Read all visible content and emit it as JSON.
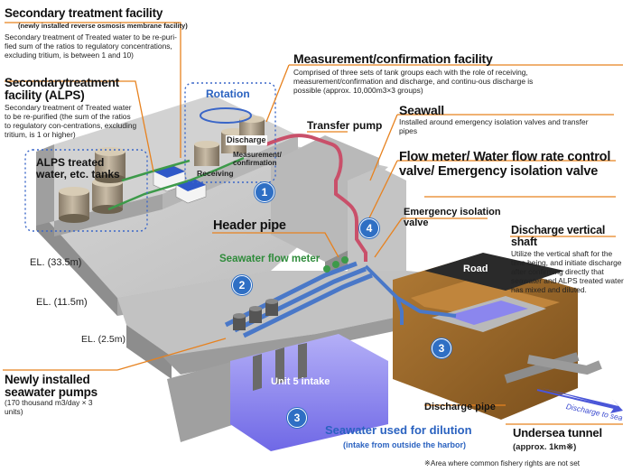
{
  "labels": {
    "secondary_facility": {
      "title": "Secondary treatment facility",
      "subtitle": "(newly installed reverse osmosis membrane facility)",
      "desc": "Secondary treatment of Treated water to be re-puri-fied sum of the ratios to regulatory concentrations, excluding tritium, is between 1 and 10)"
    },
    "alps_facility": {
      "title": "Secondarytreatment facility (ALPS)",
      "desc": "Secondary treatment of Treated water to be re-purified (the sum of the ratios to regulatory con-centrations, excluding tritium, is 1 or higher)"
    },
    "alps_tanks": "ALPS treated water, etc. tanks",
    "rotation": "Rotation",
    "discharge": "Discharge",
    "measurement_small": "Measurement/ confirmation",
    "receiving": "Receiving",
    "measurement_facility": {
      "title": "Measurement/confirmation facility",
      "desc": "Comprised of three sets of tank groups each with the role of receiving, measurement/confirmation and discharge, and continu-ous discharge is possible (approx. 10,000m3×3 groups)"
    },
    "transfer_pump": "Transfer pump",
    "seawall": {
      "title": "Seawall",
      "desc": "Installed around emergency isolation valves and transfer pipes"
    },
    "flow_meter": {
      "title": "Flow meter/ Water flow rate control valve/ Emergency isolation valve"
    },
    "emergency_valve": "Emergency isolation valve",
    "header_pipe": "Header pipe",
    "seawater_flow_meter": "Seawater flow meter",
    "discharge_shaft": {
      "title": "Discharge vertical shaft",
      "desc": "Utilize the vertical shaft for the time being, and initiate discharge after confirming directly that seawater and ALPS treated water has mixed and diluted."
    },
    "road": "Road",
    "el_33": "EL. (33.5m)",
    "el_11": "EL. (11.5m)",
    "el_2": "EL. (2.5m)",
    "pumps": {
      "title": "Newly installed seawater pumps",
      "desc": "(170 thousand m3/day × 3 units)"
    },
    "unit5": "Unit 5 intake",
    "discharge_pipe": "Discharge pipe",
    "seawater_dilution": "Seawater used for dilution",
    "intake_outside": "(intake from outside the harbor)",
    "discharge_sea": "Discharge to sea",
    "undersea_tunnel": "Undersea tunnel",
    "tunnel_len": "(approx. 1km※)",
    "footnote": "※Area where common fishery rights are not set"
  },
  "markers": [
    "1",
    "2",
    "3",
    "3",
    "4"
  ],
  "colors": {
    "concrete_top": "#c9c9c9",
    "concrete_side": "#9a9a9a",
    "orange_line": "#e7821f",
    "blue_marker": "#2f6fc4",
    "water": "#8b86ee",
    "pipe_red": "#c9506a",
    "pipe_blue": "#4a78c8",
    "earth": "#9c6b2e"
  }
}
